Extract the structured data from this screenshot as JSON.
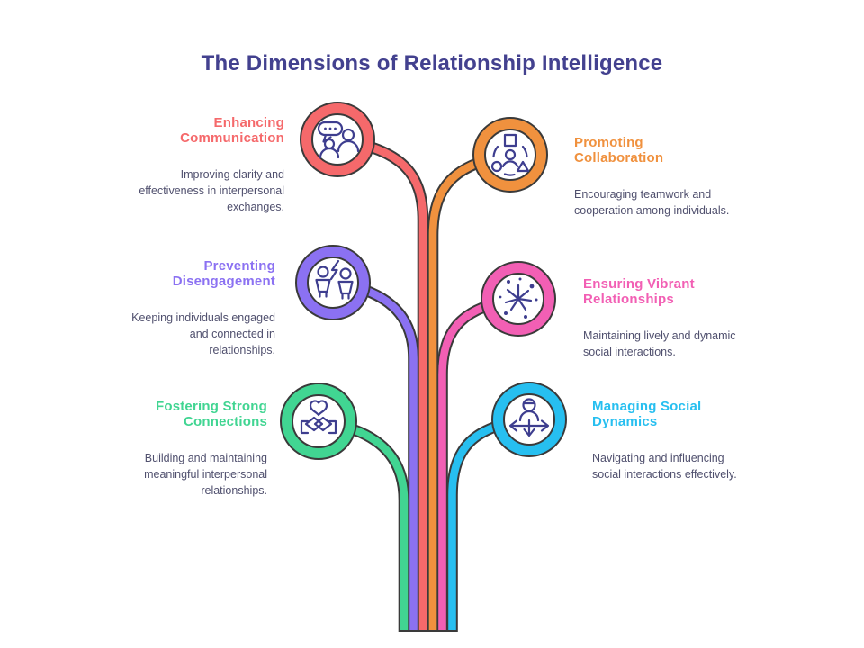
{
  "title": {
    "text": "The Dimensions of Relationship Intelligence",
    "color": "#43418F"
  },
  "colors": {
    "outline": "#3A3A3A",
    "icon_stroke": "#3E3E8F",
    "body_text": "#50506E",
    "background": "#FFFFFF"
  },
  "items": [
    {
      "label": "Enhancing Communication",
      "description": "Improving clarity and effectiveness in interpersonal exchanges.",
      "color": "#F5696B",
      "side": "left",
      "icon": "chat-people-icon"
    },
    {
      "label": "Promoting Collaboration",
      "description": "Encouraging teamwork and cooperation among individuals.",
      "color": "#F0913E",
      "side": "right",
      "icon": "team-structure-icon"
    },
    {
      "label": "Preventing Disengagement",
      "description": "Keeping individuals engaged and connected in relationships.",
      "color": "#8B71F2",
      "side": "left",
      "icon": "people-conflict-icon"
    },
    {
      "label": "Ensuring Vibrant Relationships",
      "description": "Maintaining lively and dynamic social interactions.",
      "color": "#F25FB4",
      "side": "right",
      "icon": "spark-burst-icon"
    },
    {
      "label": "Fostering Strong Connections",
      "description": "Building and maintaining meaningful interpersonal relationships.",
      "color": "#41D592",
      "side": "left",
      "icon": "handshake-heart-icon"
    },
    {
      "label": "Managing Social Dynamics",
      "description": "Navigating and influencing social interactions effectively.",
      "color": "#27BFF0",
      "side": "right",
      "icon": "person-directions-icon"
    }
  ]
}
